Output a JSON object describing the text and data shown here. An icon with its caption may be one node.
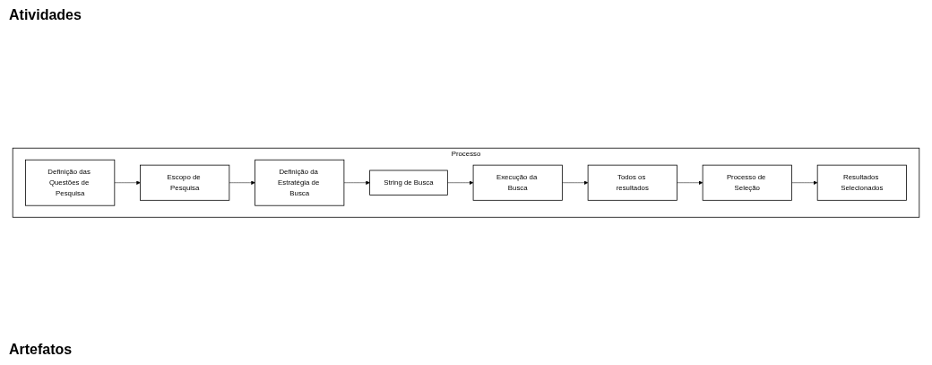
{
  "diagram": {
    "nodes": [
      {
        "text": [
          "Processo"
        ]
      },
      {
        "text": [
          "Definição das Questões de Pesquisa"
        ],
        "in": 0
      },
      {
        "text": [
          "Definição da Estratégia de Busca"
        ],
        "in": 0
      },
      {
        "text": [
          "Execução da Busca"
        ],
        "in": 0
      },
      {
        "text": [
          "Processo de Seleção"
        ],
        "in": 0
      },
      {
        "text": [
          "Escopo de Pesquisa"
        ],
        "in": 0
      },
      {
        "text": [
          "String de Busca"
        ],
        "in": 0
      },
      {
        "text": [
          "Todos os resultados"
        ],
        "in": 0
      },
      {
        "text": [
          "Resultados Selecionados"
        ],
        "in": 0
      }
    ],
    "edges": [
      {
        "from": 1,
        "to": 5,
        "arrow": "to"
      },
      {
        "from": 5,
        "to": 2,
        "arrow": "to"
      },
      {
        "from": 2,
        "to": 6,
        "arrow": "to"
      },
      {
        "from": 6,
        "to": 3,
        "arrow": "to"
      },
      {
        "from": 3,
        "to": 7,
        "arrow": "to"
      },
      {
        "from": 7,
        "to": 4,
        "arrow": "to"
      },
      {
        "from": 4,
        "to": 8,
        "arrow": "to"
      }
    ],
    "labels": [
      "Atividades",
      "Artefatos"
    ]
  }
}
